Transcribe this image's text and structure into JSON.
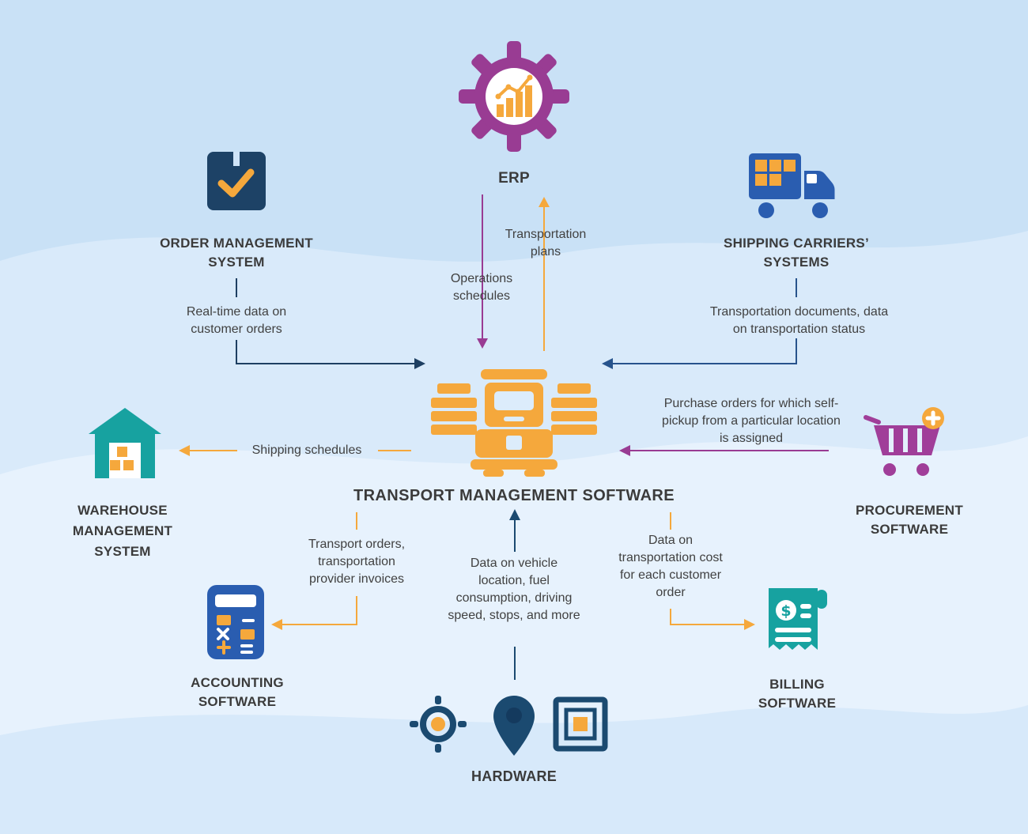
{
  "title": "Transport management software integration diagram",
  "colors": {
    "background": "#c9e1f6",
    "wave_mid": "#d9eafa",
    "wave_light": "#e7f2fd",
    "navy": "#1d4266",
    "blue": "#2a5db0",
    "orange": "#f5a83c",
    "purple": "#993c93",
    "magenta": "#a03e99",
    "teal": "#17a2a0",
    "text": "#3b3b3b"
  },
  "icons": {
    "erp": "gear-analytics-icon",
    "order_management": "package-check-icon",
    "shipping_carriers": "delivery-truck-icon",
    "transport_management": "semi-truck-cargo-icon",
    "warehouse_management": "warehouse-icon",
    "procurement": "shopping-cart-plus-icon",
    "accounting": "calculator-icon",
    "billing": "receipt-icon",
    "hardware_gps": "gps-target-icon",
    "hardware_pin": "map-pin-icon",
    "hardware_rfid": "rfid-tag-icon"
  },
  "nodes": {
    "erp": {
      "label": "ERP"
    },
    "order_management": {
      "label": "ORDER MANAGEMENT SYSTEM"
    },
    "shipping_carriers": {
      "label": "SHIPPING CARRIERS’ SYSTEMS"
    },
    "transport_management": {
      "label": "TRANSPORT MANAGEMENT SOFTWARE"
    },
    "warehouse_management": {
      "label": "WAREHOUSE MANAGEMENT SYSTEM"
    },
    "procurement": {
      "label": "PROCUREMENT SOFTWARE"
    },
    "accounting": {
      "label": "ACCOUNTING SOFTWARE"
    },
    "billing": {
      "label": "BILLING SOFTWARE"
    },
    "hardware": {
      "label": "HARDWARE"
    }
  },
  "edges": {
    "erp_to_tms": {
      "label": "Operations schedules"
    },
    "tms_to_erp": {
      "label": "Transportation plans"
    },
    "oms_to_tms": {
      "label": "Real-time data on customer orders"
    },
    "scs_to_tms": {
      "label": "Transportation documents, data on transportation status"
    },
    "tms_to_wms": {
      "label": "Shipping schedules"
    },
    "procurement_to_tms": {
      "label": "Purchase orders for which self-pickup from a particular location is assigned"
    },
    "tms_to_accounting": {
      "label": "Transport orders, transportation provider invoices"
    },
    "hardware_to_tms": {
      "label": "Data on vehicle location, fuel consumption, driving speed, stops, and more"
    },
    "tms_to_billing": {
      "label": "Data on transportation cost for each customer order"
    }
  }
}
